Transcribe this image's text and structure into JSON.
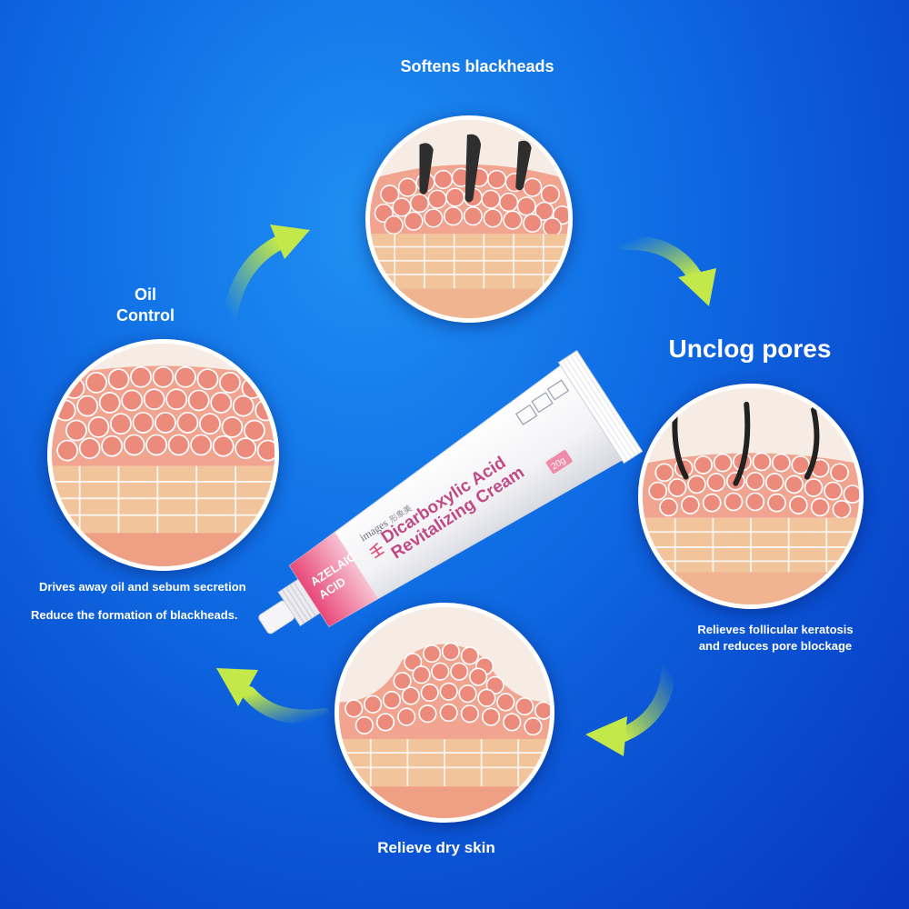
{
  "labels": {
    "softens": "Softens blackheads",
    "oil_line1": "Oil",
    "oil_line2": "Control",
    "unclog": "Unclog pores",
    "relieve": "Relieve dry skin"
  },
  "descriptions": {
    "oil_1": "Drives away oil and sebum secretion",
    "oil_2": "Reduce the formation of blackheads.",
    "unclog_1": "Relieves follicular keratosis",
    "unclog_2": "and reduces pore blockage"
  },
  "product": {
    "brand": "images",
    "brand_cn": "形象美",
    "name_cn": "壬",
    "name_line1": "Dicarboxylic Acid",
    "name_line2": "Revitalizing Cream",
    "tag_line1": "AZELAIC",
    "tag_line2": "ACID",
    "weight": "20g"
  },
  "colors": {
    "background": "#1070e6",
    "arrow": "#b8e043",
    "tube_pink": "#e0527a",
    "skin_cell": "#ec8a7c",
    "skin_tissue": "#f2c49c"
  }
}
